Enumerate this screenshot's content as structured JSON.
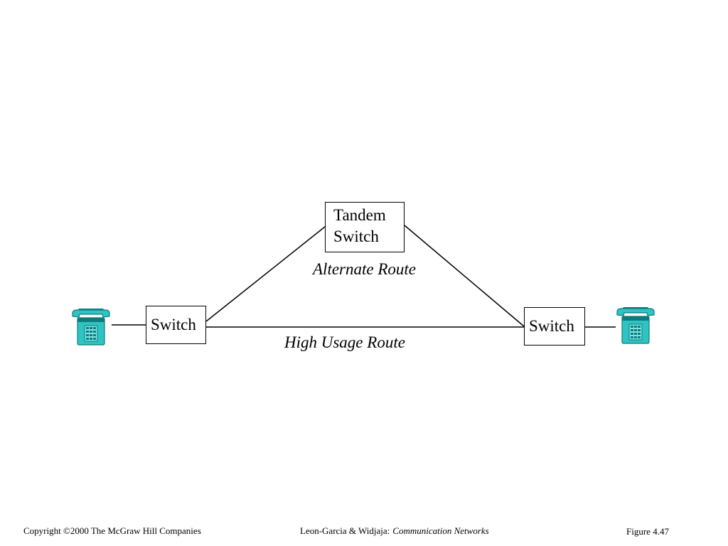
{
  "nodes": {
    "tandem_switch": {
      "line1": "Tandem",
      "line2": "Switch"
    },
    "left_switch": {
      "label": "Switch"
    },
    "right_switch": {
      "label": "Switch"
    }
  },
  "routes": {
    "alternate": "Alternate Route",
    "high_usage": "High Usage Route"
  },
  "icons": {
    "left_phone": "telephone-icon",
    "right_phone": "telephone-icon"
  },
  "colors": {
    "phone_fill": "#2ec4c4",
    "phone_dark": "#0e7b7b",
    "line": "#000000"
  },
  "footer": {
    "copyright": "Copyright ©2000 The McGraw Hill Companies",
    "authors": "Leon-Garcia & Widjaja:",
    "book": "Communication Networks",
    "figure": "Figure 4.47"
  }
}
